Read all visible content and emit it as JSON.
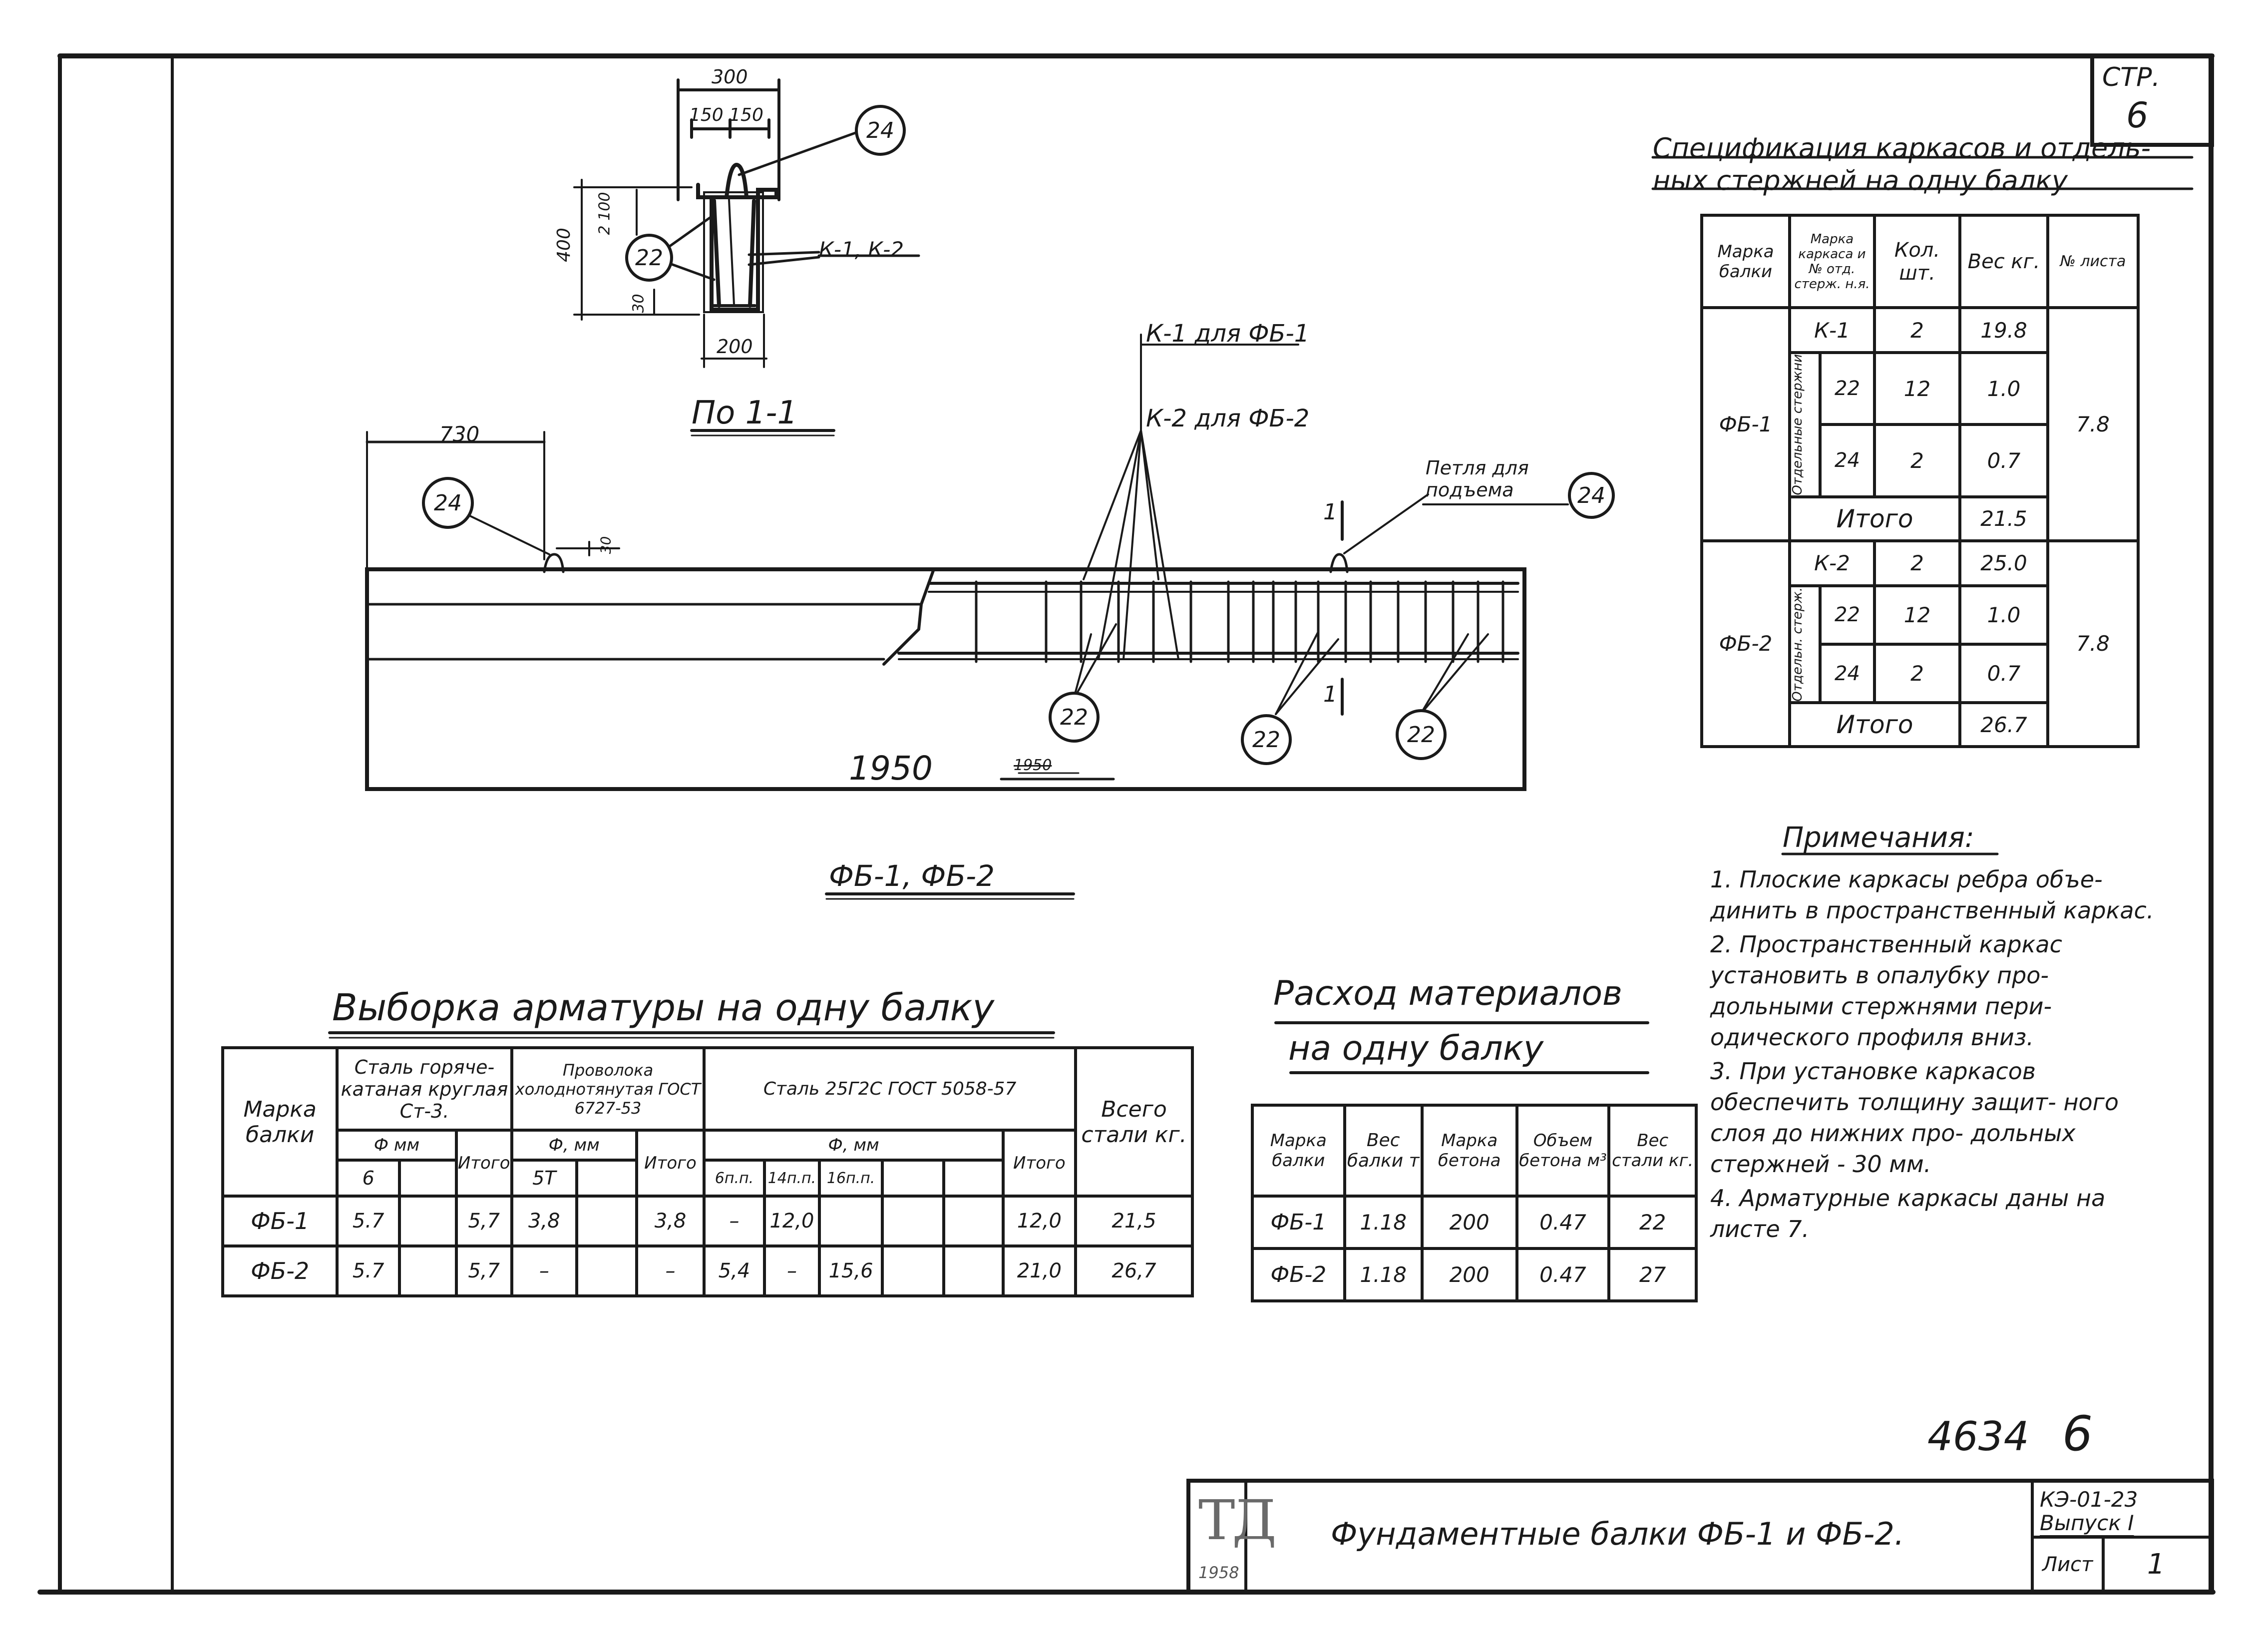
{
  "sheet": {
    "page_label": "СТР.",
    "page_number": "6"
  },
  "drawings": {
    "section": {
      "title": "По 1-1",
      "dim_top": "300",
      "dim_split": "150 150",
      "dim_height": "400",
      "dim_small_upper": "2 100",
      "dim_small_lower": "30",
      "dim_bottom": "200",
      "callout_frames": "К-1, К-2"
    },
    "elevation": {
      "title": "ФБ-1, ФБ-2",
      "dim_left": "730",
      "dim_total": "1950",
      "dim_total_crossed": "1950",
      "dim_small": "30",
      "label_k1": "К-1 для ФБ-1",
      "label_k2": "К-2 для ФБ-2",
      "label_loop": "Петля для подъема",
      "section_mark": "1",
      "section_mark_bottom": "1"
    },
    "callouts": [
      "24",
      "22",
      "22",
      "22",
      "24",
      "22"
    ]
  },
  "spec": {
    "title_line1": "Спецификация каркасов и отдель-",
    "title_line2": "ных стержней на одну балку",
    "headers": {
      "beam": "Марка балки",
      "frame": "Марка каркаса и № отд. стерж. н.я.",
      "qty": "Кол. шт.",
      "weight": "Вес кг.",
      "sheet": "№ листа"
    },
    "group1": {
      "beam": "ФБ-1",
      "frame": "К-1",
      "frame_qty": "2",
      "frame_weight": "19.8",
      "vert_label": "Отдельные стержни",
      "r1_no": "22",
      "r1_qty": "12",
      "r1_weight": "1.0",
      "r2_no": "24",
      "r2_qty": "2",
      "r2_weight": "0.7",
      "total_label": "Итого",
      "total_weight": "21.5",
      "sheet_no": "7.8"
    },
    "group2": {
      "beam": "ФБ-2",
      "frame": "К-2",
      "frame_qty": "2",
      "frame_weight": "25.0",
      "vert_label": "Отдельн. стерж.",
      "r1_no": "22",
      "r1_qty": "12",
      "r1_weight": "1.0",
      "r2_no": "24",
      "r2_qty": "2",
      "r2_weight": "0.7",
      "total_label": "Итого",
      "total_weight": "26.7",
      "sheet_no": "7.8"
    }
  },
  "notes": {
    "title": "Примечания:",
    "items": [
      "1. Плоские каркасы ребра объе- динить в пространственный каркас.",
      "2. Пространственный каркас установить в опалубку про- дольными стержнями пери- одического профиля вниз.",
      "3. При установке каркасов обеспечить толщину защит- ного слоя до нижних про- дольных стержней - 30 мм.",
      "4. Арматурные каркасы даны на листе 7."
    ]
  },
  "rebar": {
    "title": "Выборка арматуры на одну балку",
    "headers": {
      "beam": "Марка балки",
      "steel3": "Сталь горяче- катаная круглая Ст-3.",
      "wire": "Проволока холоднотянутая ГОСТ 6727-53",
      "steel25": "Сталь 25Г2С ГОСТ 5058-57",
      "total": "Всего стали кг.",
      "phi_mm": "Ф мм",
      "phi_mm2": "Ф, мм",
      "phi_mm3": "Ф, мм",
      "subtotal": "Итого",
      "d6": "6",
      "d5": "5Т",
      "d6p": "6п.п.",
      "d14": "14п.п.",
      "d16": "16п.п."
    },
    "rows": [
      {
        "beam": "ФБ-1",
        "s6": "5.7",
        "s_total": "5,7",
        "w5": "3,8",
        "w_total": "3,8",
        "g6": "–",
        "g14": "12,0",
        "g16": "",
        "g_total": "12,0",
        "total": "21,5"
      },
      {
        "beam": "ФБ-2",
        "s6": "5.7",
        "s_total": "5,7",
        "w5": "–",
        "w_total": "–",
        "g6": "5,4",
        "g14": "–",
        "g16": "15,6",
        "g_total": "21,0",
        "total": "26,7"
      }
    ]
  },
  "materials": {
    "title_line1": "Расход материалов",
    "title_line2": "на одну балку",
    "headers": {
      "beam": "Марка балки",
      "weight": "Вес балки т",
      "grade": "Марка бетона",
      "volume": "Объем бетона м³",
      "steel": "Вес стали кг."
    },
    "rows": [
      {
        "beam": "ФБ-1",
        "weight": "1.18",
        "grade": "200",
        "volume": "0.47",
        "steel": "22"
      },
      {
        "beam": "ФБ-2",
        "weight": "1.18",
        "grade": "200",
        "volume": "0.47",
        "steel": "27"
      }
    ]
  },
  "stamp": {
    "number": "4634",
    "number_suffix": "6",
    "logo": "ТД",
    "year": "1958",
    "drawing_title": "Фундаментные балки ФБ-1 и ФБ-2.",
    "code": "КЭ-01-23",
    "issue": "Выпуск I",
    "sheet_label": "Лист",
    "sheet_no": "1"
  }
}
